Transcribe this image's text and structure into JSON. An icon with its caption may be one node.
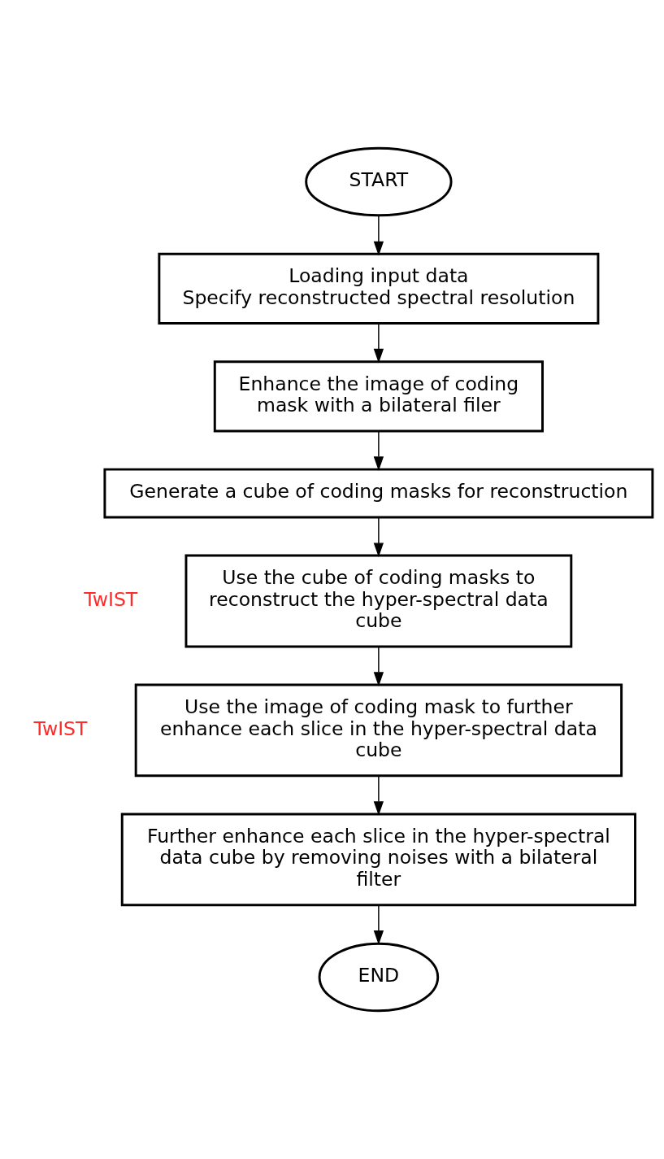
{
  "diagram": {
    "nodes": [
      {
        "text": [
          "START"
        ]
      },
      {
        "text": [
          "Loading input data",
          "Specify reconstructed spectral resolution"
        ]
      },
      {
        "text": [
          "Enhance the image of coding mask with a bilateral filer"
        ]
      },
      {
        "text": [
          "Generate a cube of coding masks for reconstruction"
        ]
      },
      {
        "text": [
          "Use the cube of coding masks to reconstruct the hyper-spectral data cube"
        ],
        "beside": [
          "TwIST"
        ]
      },
      {
        "text": [
          "Use the image of coding mask to further enhance each slice in the hyper-spectral data cube"
        ],
        "beside": [
          "TwIST"
        ]
      },
      {
        "text": [
          "Further enhance each slice in the hyper-spectral data cube by removing noises with a bilateral filter"
        ]
      },
      {
        "text": [
          "END"
        ]
      }
    ],
    "edges": [
      {
        "from": 0,
        "to": 1,
        "arrow": "to"
      },
      {
        "from": 1,
        "to": 2,
        "arrow": "to"
      },
      {
        "from": 2,
        "to": 3,
        "arrow": "to"
      },
      {
        "from": 3,
        "to": 4,
        "arrow": "to"
      },
      {
        "from": 4,
        "to": 5,
        "arrow": "to"
      },
      {
        "from": 5,
        "to": 6,
        "arrow": "to"
      },
      {
        "from": 6,
        "to": 7,
        "arrow": "to"
      }
    ]
  }
}
